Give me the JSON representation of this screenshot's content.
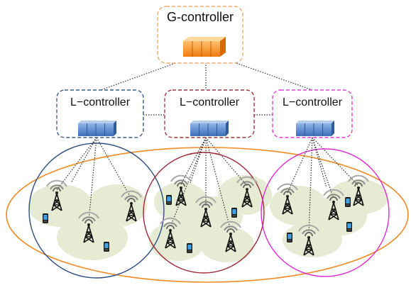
{
  "g_controller": {
    "label": "G-controller",
    "border_color": "#F2A86A",
    "server_color": "#F7941D"
  },
  "l_controllers": [
    {
      "label": "L−controller",
      "border_color": "#3B5B8C"
    },
    {
      "label": "L−controller",
      "border_color": "#A4343F"
    },
    {
      "label": "L−controller",
      "border_color": "#E33BD8"
    }
  ],
  "colors": {
    "server_blue": "#5B86C9",
    "domain_outline": "#F08A24",
    "cluster_outlines": [
      "#2E4F85",
      "#9E2B3A",
      "#E02FD2"
    ],
    "cell_fill": "#E6EBD3",
    "link": "#333333"
  },
  "icons": {
    "controller": "server-rack-icon",
    "base_station": "cell-tower-icon",
    "user_equipment": "mobile-phone-icon"
  }
}
